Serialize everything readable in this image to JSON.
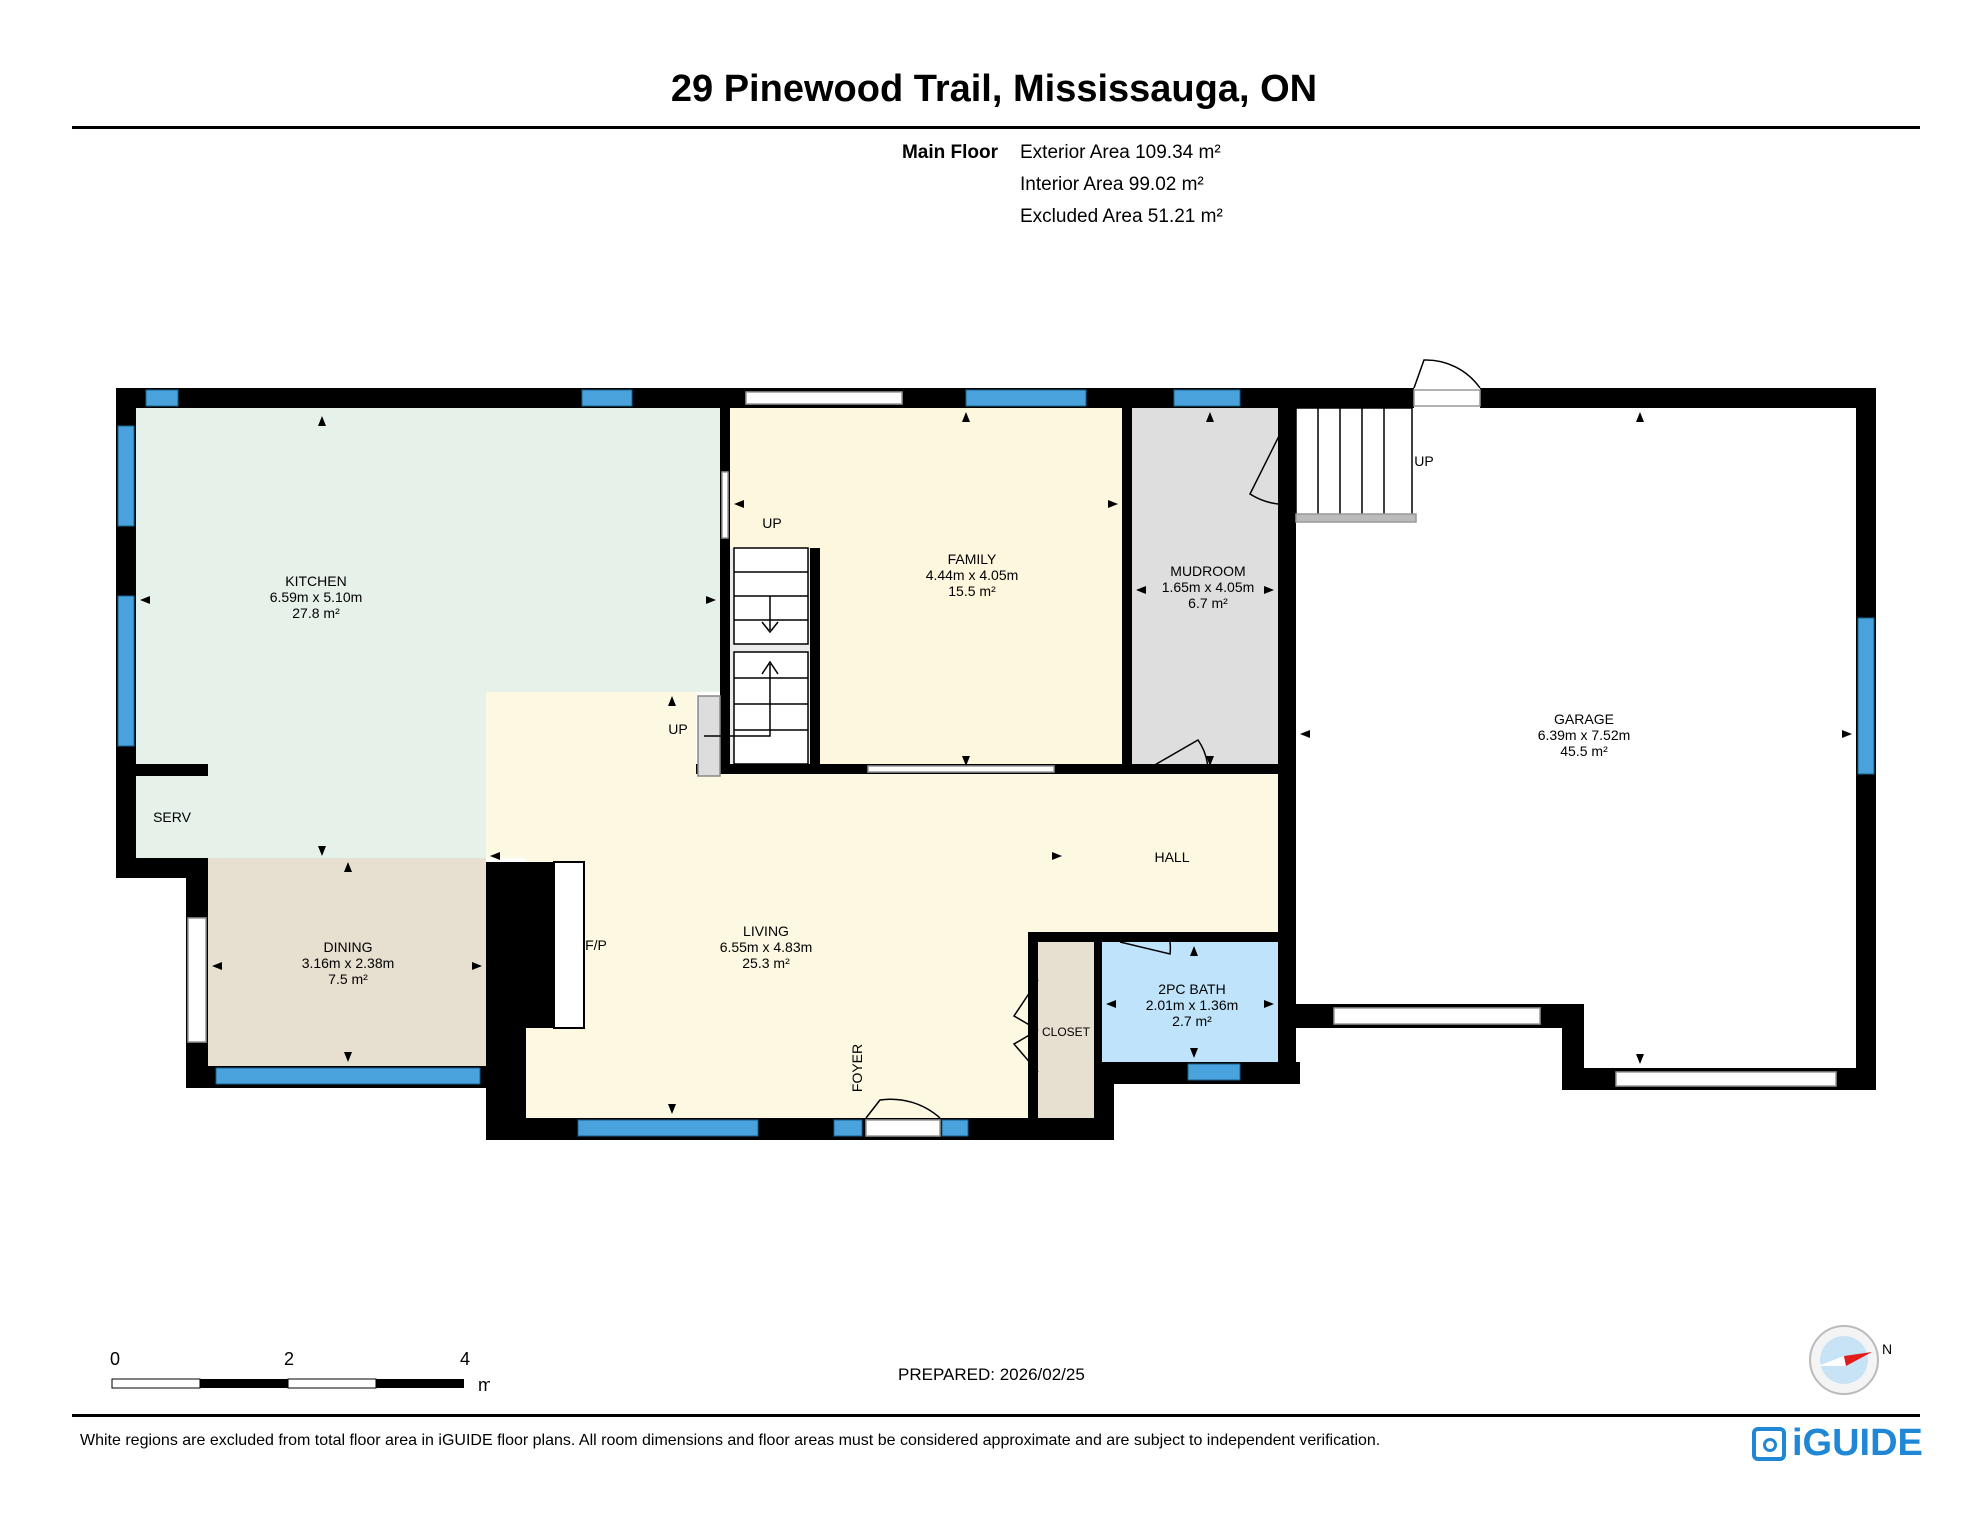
{
  "header": {
    "address": "29 Pinewood Trail, Mississauga, ON",
    "floor_name": "Main Floor",
    "exterior_area": "Exterior Area 109.34 m²",
    "interior_area": "Interior Area 99.02 m²",
    "excluded_area": "Excluded Area 51.21 m²"
  },
  "rooms": {
    "kitchen": {
      "name": "KITCHEN",
      "dims": "6.59m x 5.10m",
      "area": "27.8 m²"
    },
    "family": {
      "name": "FAMILY",
      "dims": "4.44m x 4.05m",
      "area": "15.5 m²"
    },
    "mudroom": {
      "name": "MUDROOM",
      "dims": "1.65m x 4.05m",
      "area": "6.7 m²"
    },
    "garage": {
      "name": "GARAGE",
      "dims": "6.39m x 7.52m",
      "area": "45.5 m²"
    },
    "dining": {
      "name": "DINING",
      "dims": "3.16m x 2.38m",
      "area": "7.5 m²"
    },
    "living": {
      "name": "LIVING",
      "dims": "6.55m x 4.83m",
      "area": "25.3 m²"
    },
    "bath": {
      "name": "2PC BATH",
      "dims": "2.01m x 1.36m",
      "area": "2.7 m²"
    }
  },
  "labels": {
    "serv": "SERV",
    "hall": "HALL",
    "closet": "CLOSET",
    "foyer": "FOYER",
    "fp": "F/P",
    "up": "UP"
  },
  "scale": {
    "ticks": [
      "0",
      "2",
      "4"
    ],
    "unit": "m"
  },
  "compass_label": "N",
  "prepared": "PREPARED: 2026/02/25",
  "disclaimer": "White regions are excluded from total floor area in iGUIDE floor plans. All room dimensions and floor areas must be considered approximate and are subject to independent verification.",
  "logo": "iGUIDE",
  "colors": {
    "wall": "#000000",
    "window": "#4aa3dc",
    "kitchen": "#e6f1ea",
    "family": "#fdf7dd",
    "mudroom": "#dedede",
    "dining": "#e7dfcf",
    "living": "#fdf8e2",
    "bath": "#bfe3fb",
    "closet": "#e7dfcf",
    "garage": "#ffffff"
  }
}
